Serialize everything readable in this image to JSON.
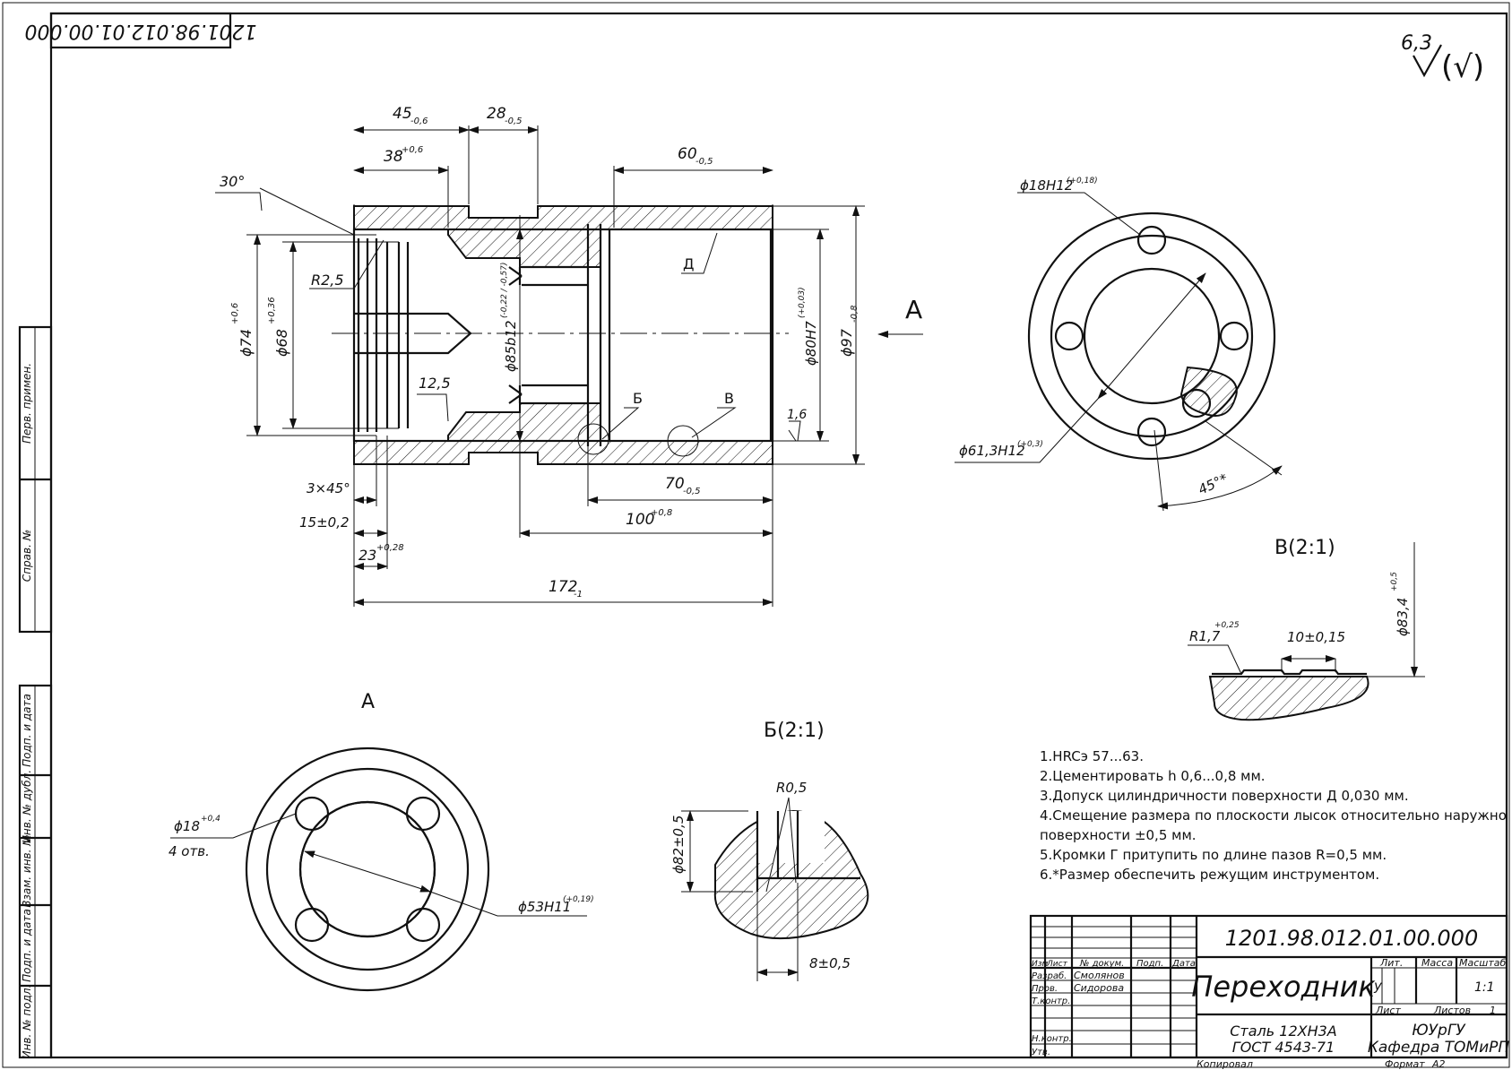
{
  "drawing": {
    "code_top": "1201.98.012.01.00.000",
    "roughness": {
      "value": "6,3",
      "sign": "√(√)"
    },
    "view_labels": {
      "a_arrow": "А",
      "view_a": "А",
      "section_b": "Б(2:1)",
      "section_v": "В(2:1)"
    }
  },
  "dims_main": [
    {
      "key": "d45",
      "text": "45",
      "tol": "-0,6"
    },
    {
      "key": "d28",
      "text": "28",
      "tol": "-0,5"
    },
    {
      "key": "d38",
      "text": "38",
      "tol": "+0,6"
    },
    {
      "key": "d60",
      "text": "60",
      "tol": "-0,5"
    },
    {
      "key": "d30",
      "text": "30°",
      "tol": ""
    },
    {
      "key": "r25",
      "text": "R2,5",
      "tol": ""
    },
    {
      "key": "d74",
      "text": "ϕ74",
      "tol": "+0,6"
    },
    {
      "key": "d68",
      "text": "ϕ68",
      "tol": "+0,36"
    },
    {
      "key": "d85",
      "text": "ϕ85b12",
      "tol": "(-0,22 / -0,57)"
    },
    {
      "key": "d80",
      "text": "ϕ80H7",
      "tol": "(+0,03)"
    },
    {
      "key": "d97",
      "text": "ϕ97",
      "tol": "-0,8"
    },
    {
      "key": "d125",
      "text": "12,5",
      "tol": ""
    },
    {
      "key": "b",
      "text": "Б",
      "tol": ""
    },
    {
      "key": "v",
      "text": "В",
      "tol": ""
    },
    {
      "key": "dd",
      "text": "Д",
      "tol": ""
    },
    {
      "key": "r16",
      "text": "1,6",
      "tol": ""
    },
    {
      "key": "c3",
      "text": "3×45°",
      "tol": ""
    },
    {
      "key": "d15",
      "text": "15±0,2",
      "tol": ""
    },
    {
      "key": "d23",
      "text": "23",
      "tol": "+0,28"
    },
    {
      "key": "d70",
      "text": "70",
      "tol": "-0,5"
    },
    {
      "key": "d100",
      "text": "100",
      "tol": "+0,8"
    },
    {
      "key": "d172",
      "text": "172",
      "tol": "-1"
    }
  ],
  "dims_right": [
    {
      "key": "d18h12",
      "text": "ϕ18H12",
      "tol": "(+0,18)"
    },
    {
      "key": "d613",
      "text": "ϕ61,3H12",
      "tol": "(+0,3)"
    },
    {
      "key": "a45",
      "text": "45°*",
      "tol": ""
    }
  ],
  "dims_view_a": [
    {
      "key": "d18",
      "text": "ϕ18",
      "tol": "+0,4"
    },
    {
      "key": "holes",
      "text": "4 отв.",
      "tol": ""
    },
    {
      "key": "d53",
      "text": "ϕ53H11",
      "tol": "(+0,19)"
    }
  ],
  "dims_b": [
    {
      "key": "r05",
      "text": "R0,5",
      "tol": ""
    },
    {
      "key": "d82",
      "text": "ϕ82±0,5",
      "tol": ""
    },
    {
      "key": "d8",
      "text": "8±0,5",
      "tol": ""
    }
  ],
  "dims_v": [
    {
      "key": "r17",
      "text": "R1,7",
      "tol": "+0,25"
    },
    {
      "key": "d10",
      "text": "10±0,15",
      "tol": ""
    },
    {
      "key": "d834",
      "text": "ϕ83,4",
      "tol": "+0,5"
    }
  ],
  "notes": [
    "1.HRCэ 57...63.",
    "2.Цементировать h 0,6...0,8 мм.",
    "3.Допуск цилиндричности поверхности Д 0,030 мм.",
    "4.Смещение размера по плоскости лысок относительно наружно",
    "поверхности ±0,5 мм.",
    "5.Кромки Г притупить по длине пазов R=0,5 мм.",
    "6.*Размер обеспечить режущим инструментом."
  ],
  "left_strip": [
    "Перв. примен.",
    "Справ. №",
    "Подп. и дата",
    "Инв. № дубл.",
    "Взам. инв. №",
    "Подп. и дата",
    "Инв. № подл."
  ],
  "title_block": {
    "code": "1201.98.012.01.00.000",
    "name": "Переходник",
    "material_1": "Сталь 12ХН3А",
    "material_2": "ГОСТ 4543-71",
    "org_1": "ЮУрГУ",
    "org_2": "Кафедра ТОМиРП",
    "col_headers": [
      "Изм",
      "Лист",
      "№ докум.",
      "Подп.",
      "Дата"
    ],
    "row_labels": [
      "Разраб.",
      "Пров.",
      "Т.контр.",
      "Н.контр.",
      "Утв."
    ],
    "people": [
      "Смолянов",
      "Сидорова"
    ],
    "hdr_lit": "Лит.",
    "hdr_mass": "Масса",
    "hdr_scale": "Масштаб",
    "lit_value": "у",
    "scale_value": "1:1",
    "sheet_label": "Лист",
    "sheets_label": "Листов",
    "sheets_value": "1",
    "copied": "Копировал",
    "format": "Формат",
    "format_value": "А2"
  }
}
